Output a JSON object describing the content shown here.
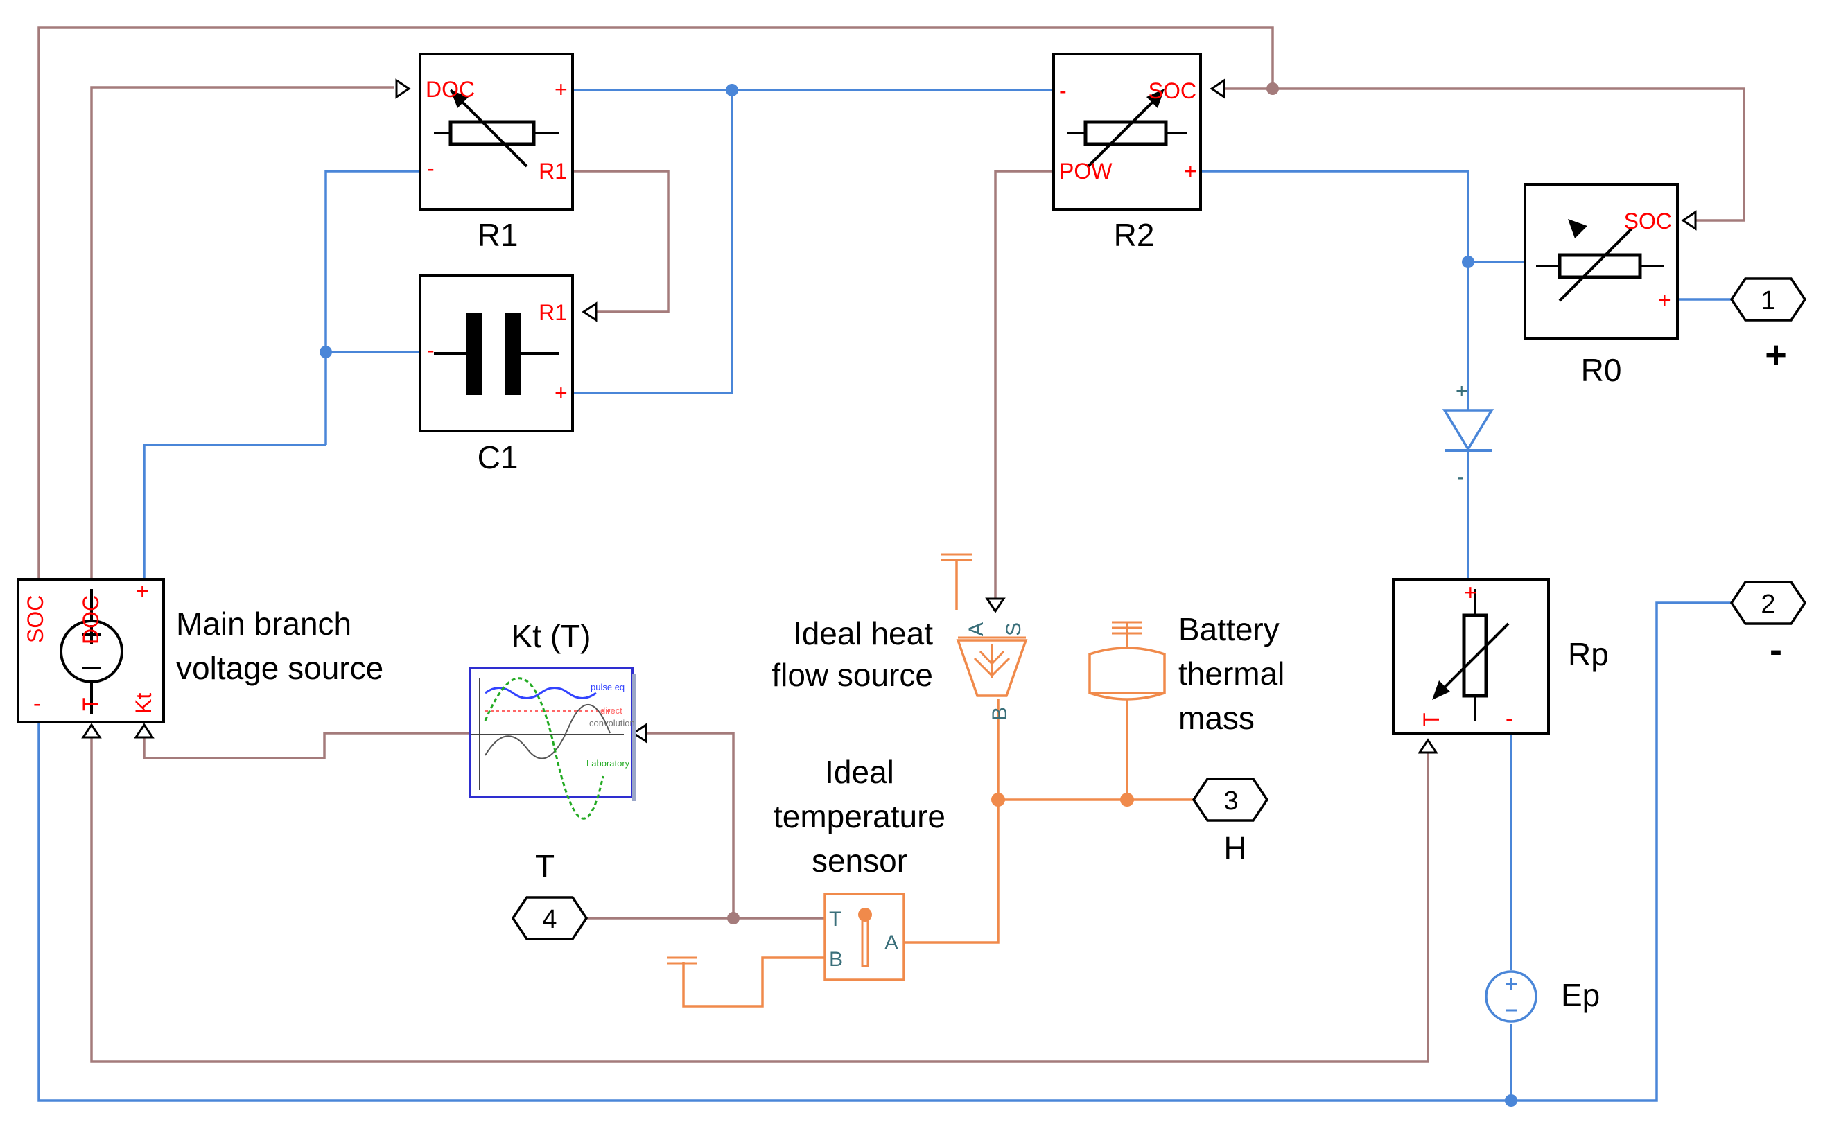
{
  "blocks": {
    "r1": {
      "name": "R1",
      "ports": {
        "doc": "DOC",
        "r1": "R1",
        "plus": "+",
        "minus": "-"
      }
    },
    "c1": {
      "name": "C1",
      "ports": {
        "r1": "R1",
        "plus": "+",
        "minus": "-"
      }
    },
    "r2": {
      "name": "R2",
      "ports": {
        "minus": "-",
        "soc": "SOC",
        "pow": "POW",
        "plus": "+"
      }
    },
    "r0": {
      "name": "R0",
      "ports": {
        "soc": "SOC",
        "plus": "+"
      }
    },
    "main_source": {
      "name_line1": "Main branch",
      "name_line2": "voltage source",
      "ports": {
        "soc": "SOC",
        "doc": "DOC",
        "plus": "+",
        "minus": "-",
        "t": "T",
        "kt": "Kt"
      }
    },
    "kt_lookup": {
      "name": "Kt (T)",
      "legend": {
        "a": "pulse eq",
        "b": "direct",
        "c": "convolution",
        "d": "Laboratory"
      }
    },
    "heat_source": {
      "name_line1": "Ideal heat",
      "name_line2": "flow source",
      "ports": {
        "a": "A",
        "s": "S",
        "b": "B"
      }
    },
    "thermal_mass": {
      "name_line1": "Battery",
      "name_line2": "thermal",
      "name_line3": "mass"
    },
    "temp_sensor": {
      "name_line1": "Ideal",
      "name_line2": "temperature",
      "name_line3": "sensor",
      "ports": {
        "t": "T",
        "b": "B",
        "a": "A"
      }
    },
    "rp": {
      "name": "Rp",
      "ports": {
        "plus": "+",
        "t": "T",
        "minus": "-"
      }
    },
    "ep": {
      "name": "Ep"
    },
    "diode": {
      "plus": "+",
      "minus": "-"
    }
  },
  "terminals": {
    "t1": {
      "number": "1",
      "label": "+"
    },
    "t2": {
      "number": "2",
      "label": "-"
    },
    "t3": {
      "number": "3",
      "label": "H"
    },
    "t4": {
      "number": "4",
      "label": "T"
    }
  },
  "colors": {
    "electrical": "#4a86d8",
    "signal": "#a47b7b",
    "thermal": "#f08a4b",
    "port_label": "#ff0000"
  }
}
